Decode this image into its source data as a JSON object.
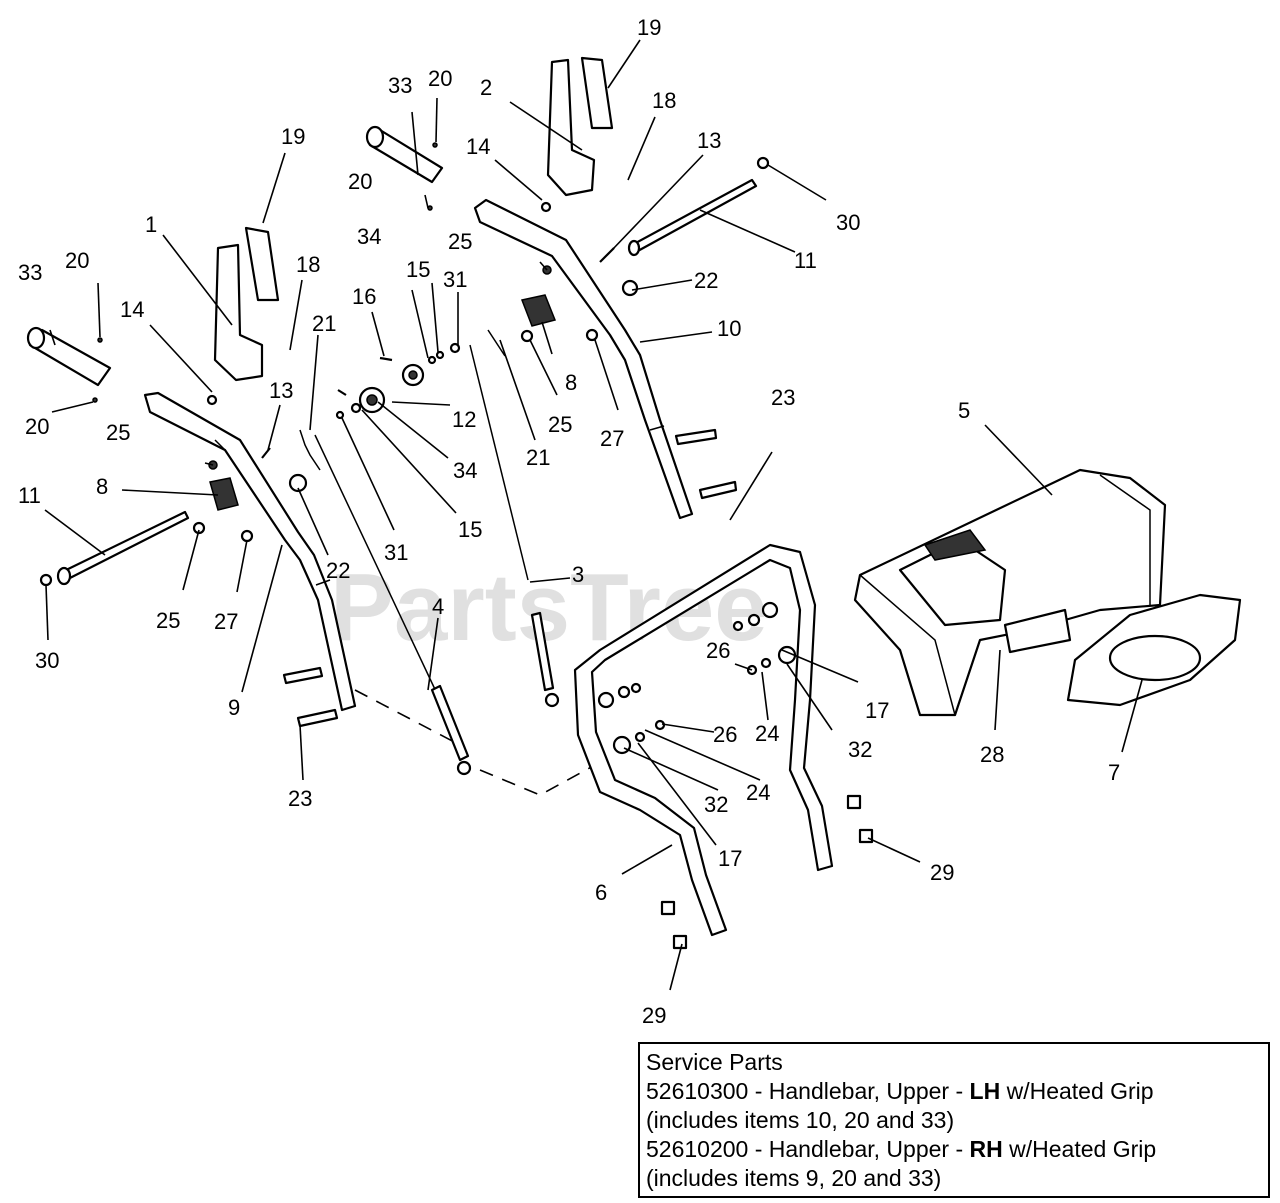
{
  "watermark": "PartsTree",
  "callouts": [
    "1",
    "2",
    "3",
    "4",
    "5",
    "6",
    "7",
    "8",
    "8",
    "9",
    "10",
    "11",
    "11",
    "12",
    "13",
    "13",
    "14",
    "14",
    "15",
    "15",
    "16",
    "17",
    "17",
    "18",
    "18",
    "19",
    "19",
    "20",
    "20",
    "20",
    "20",
    "21",
    "21",
    "22",
    "22",
    "23",
    "23",
    "24",
    "24",
    "25",
    "25",
    "25",
    "25",
    "26",
    "26",
    "27",
    "27",
    "28",
    "29",
    "29",
    "30",
    "30",
    "31",
    "31",
    "32",
    "32",
    "33",
    "33",
    "34",
    "34"
  ],
  "service_parts": {
    "title": "Service Parts",
    "items": [
      {
        "part_number": "52610300",
        "sep": " - Handlebar, Upper - ",
        "side": "LH",
        "rest": " w/Heated Grip",
        "note": "(includes items 10, 20 and 33)"
      },
      {
        "part_number": "52610200",
        "sep": " - Handlebar, Upper - ",
        "side": "RH",
        "rest": " w/Heated Grip",
        "note": "(includes items 9, 20 and 33)"
      }
    ]
  }
}
